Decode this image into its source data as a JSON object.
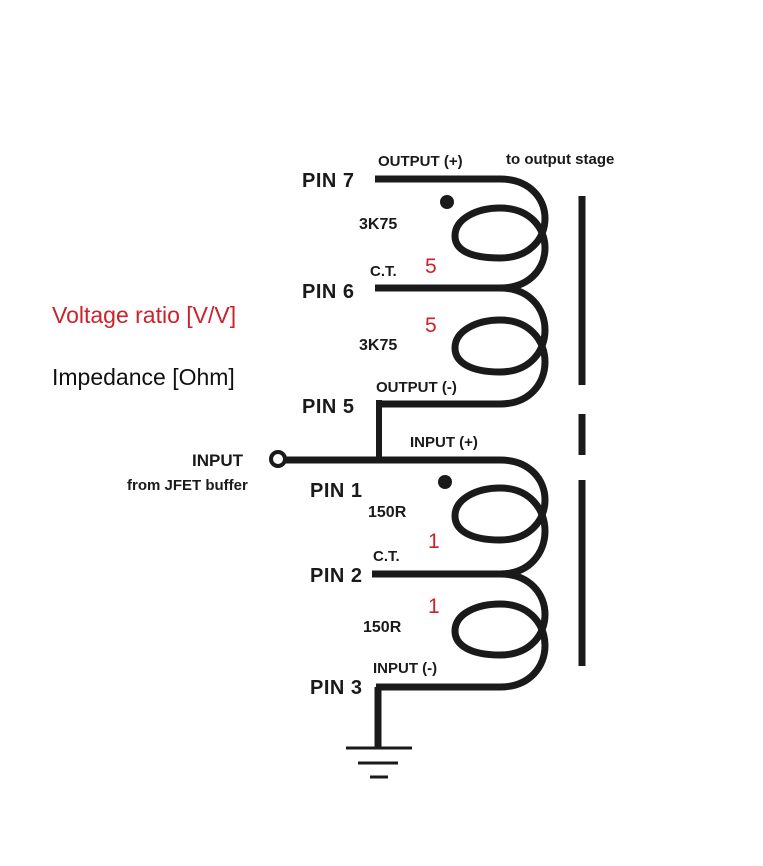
{
  "legend": {
    "voltage_ratio": "Voltage ratio [V/V]",
    "impedance": "Impedance [Ohm]"
  },
  "colors": {
    "ratio_text": "#cc2229",
    "wire": "#1a1a1a"
  },
  "secondary": {
    "pins": [
      "PIN 7",
      "PIN 6",
      "PIN 5"
    ],
    "output_plus": "OUTPUT (+)",
    "to_output_stage": "to output stage",
    "center_tap": "C.T.",
    "output_minus": "OUTPUT (-)",
    "impedance_upper": "3K75",
    "impedance_lower": "3K75",
    "ratio_upper": "5",
    "ratio_lower": "5"
  },
  "primary": {
    "pins": [
      "PIN 1",
      "PIN 2",
      "PIN 3"
    ],
    "input_plus": "INPUT (+)",
    "center_tap": "C.T.",
    "input_minus": "INPUT (-)",
    "impedance_upper": "150R",
    "impedance_lower": "150R",
    "ratio_upper": "1",
    "ratio_lower": "1"
  },
  "input": {
    "label": "INPUT",
    "source": "from JFET buffer"
  },
  "icons": {
    "ground": "ground-icon",
    "input_terminal": "input-terminal-icon",
    "polarity_dot": "polarity-dot-icon"
  }
}
